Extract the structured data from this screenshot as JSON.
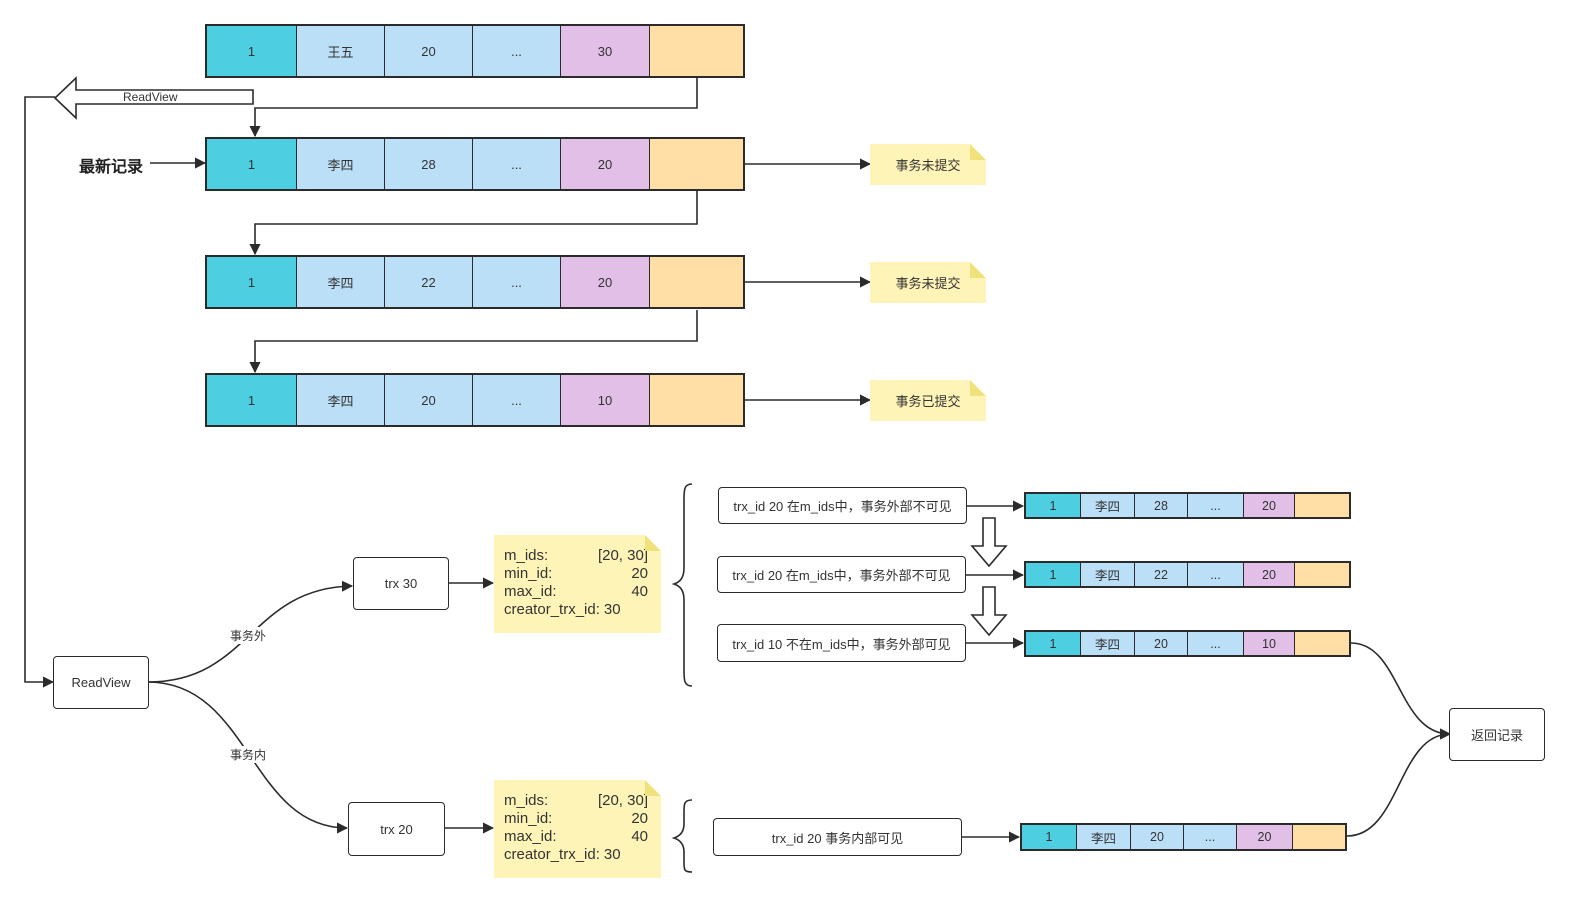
{
  "colors": {
    "id_cell": "#4dcfe1",
    "field_cell": "#bcdff8",
    "trx_cell": "#e1bfe7",
    "ptr_cell": "#ffdfa6",
    "note": "#fff4b8"
  },
  "version_chain": [
    {
      "cells": [
        "1",
        "王五",
        "20",
        "...",
        "30",
        ""
      ]
    },
    {
      "cells": [
        "1",
        "李四",
        "28",
        "...",
        "20",
        ""
      ],
      "note": "事务未提交"
    },
    {
      "cells": [
        "1",
        "李四",
        "22",
        "...",
        "20",
        ""
      ],
      "note": "事务未提交"
    },
    {
      "cells": [
        "1",
        "李四",
        "20",
        "...",
        "10",
        ""
      ],
      "note": "事务已提交"
    }
  ],
  "latest_record_label": "最新记录",
  "readview_arrow_label": "ReadView",
  "readview_box": "ReadView",
  "branch_outside": "事务外",
  "branch_inside": "事务内",
  "trx30_box": "trx 30",
  "trx20_box": "trx 20",
  "readview_outside": [
    {
      "key": "m_ids:",
      "value": "[20, 30]"
    },
    {
      "key": "min_id:",
      "value": "20"
    },
    {
      "key": "max_id:",
      "value": "40"
    },
    {
      "key": "creator_trx_id:",
      "value": "30"
    }
  ],
  "readview_inside": [
    {
      "key": "m_ids:",
      "value": "[20, 30]"
    },
    {
      "key": "min_id:",
      "value": "20"
    },
    {
      "key": "max_id:",
      "value": "40"
    },
    {
      "key": "creator_trx_id:",
      "value": "30"
    }
  ],
  "checks_outside": [
    {
      "text": "trx_id 20 在m_ids中，事务外部不可见",
      "cells": [
        "1",
        "李四",
        "28",
        "...",
        "20",
        ""
      ]
    },
    {
      "text": "trx_id 20 在m_ids中，事务外部不可见",
      "cells": [
        "1",
        "李四",
        "22",
        "...",
        "20",
        ""
      ]
    },
    {
      "text": "trx_id 10 不在m_ids中，事务外部可见",
      "cells": [
        "1",
        "李四",
        "20",
        "...",
        "10",
        ""
      ]
    }
  ],
  "checks_inside": [
    {
      "text": "trx_id 20 事务内部可见",
      "cells": [
        "1",
        "李四",
        "20",
        "...",
        "20",
        ""
      ]
    }
  ],
  "return_box": "返回记录"
}
